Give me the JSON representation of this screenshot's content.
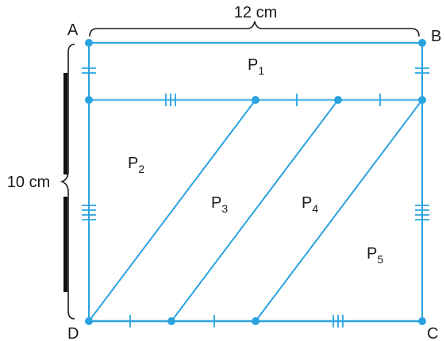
{
  "colors": {
    "shape": "#2aa3df",
    "shape_inner": "#5bbce8",
    "brace": "#1a1a1a",
    "bar": "#111111",
    "text": "#1a1a1a"
  },
  "vertices": {
    "a": "A",
    "b": "B",
    "c": "C",
    "d": "D"
  },
  "dimensions": {
    "top": "12 cm",
    "left": "10 cm"
  },
  "regions": {
    "p1": {
      "letter": "P",
      "sub": "1"
    },
    "p2": {
      "letter": "P",
      "sub": "2"
    },
    "p3": {
      "letter": "P",
      "sub": "3"
    },
    "p4": {
      "letter": "P",
      "sub": "4"
    },
    "p5": {
      "letter": "P",
      "sub": "5"
    }
  }
}
